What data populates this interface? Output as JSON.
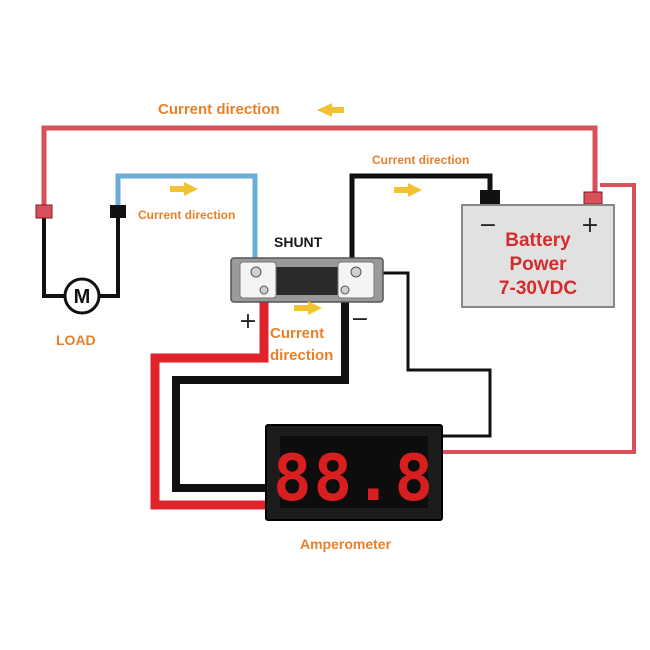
{
  "labels": {
    "current_direction_top": "Current direction",
    "current_direction_left": "Current direction",
    "current_direction_right": "Current direction",
    "current_direction_mid_line1": "Current",
    "current_direction_mid_line2": "direction",
    "shunt": "SHUNT",
    "load": "LOAD",
    "amperometer": "Amperometer",
    "motor_symbol": "M"
  },
  "battery": {
    "line1": "Battery",
    "line2": "Power",
    "line3": "7-30VDC",
    "minus": "−",
    "plus": "+"
  },
  "shunt_terminals": {
    "plus": "+",
    "minus": "−"
  },
  "display": {
    "reading": "88.8"
  },
  "colors": {
    "red_wire": "#e0232b",
    "pink_wire": "#d9505a",
    "black_wire": "#111111",
    "blue_wire": "#6aaed6",
    "label_orange": "#e8802a",
    "arrow_yellow": "#f2c233",
    "battery_text": "#d62b2b",
    "display_digit": "#d81e1e"
  }
}
